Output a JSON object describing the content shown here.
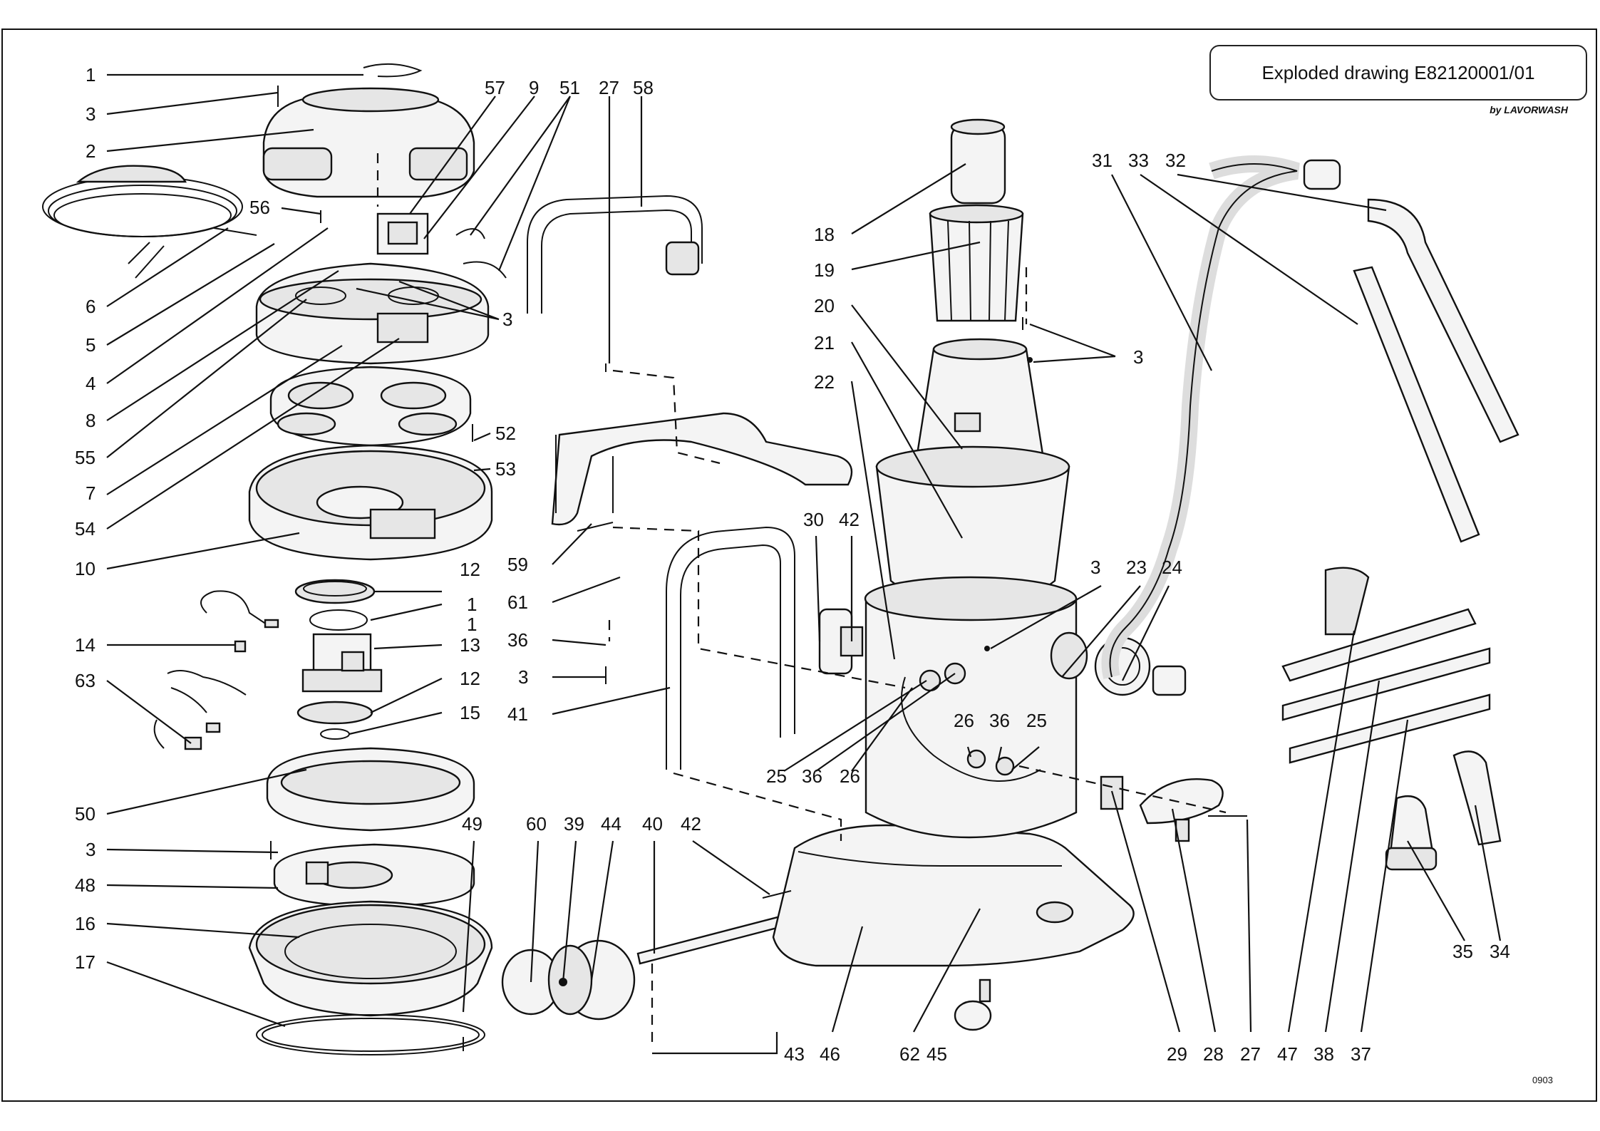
{
  "title": "Exploded drawing E82120001/01",
  "byline": "by LAVORWASH",
  "drawing_code": "0903",
  "callouts": [
    {
      "label": "1"
    },
    {
      "label": "3"
    },
    {
      "label": "2"
    },
    {
      "label": "56"
    },
    {
      "label": "6"
    },
    {
      "label": "5"
    },
    {
      "label": "4"
    },
    {
      "label": "8"
    },
    {
      "label": "55"
    },
    {
      "label": "7"
    },
    {
      "label": "54"
    },
    {
      "label": "10"
    },
    {
      "label": "14"
    },
    {
      "label": "63"
    },
    {
      "label": "50"
    },
    {
      "label": "3"
    },
    {
      "label": "48"
    },
    {
      "label": "16"
    },
    {
      "label": "17"
    },
    {
      "label": "57"
    },
    {
      "label": "9"
    },
    {
      "label": "51"
    },
    {
      "label": "27"
    },
    {
      "label": "58"
    },
    {
      "label": "3"
    },
    {
      "label": "52"
    },
    {
      "label": "53"
    },
    {
      "label": "12"
    },
    {
      "label": "1"
    },
    {
      "label": "1"
    },
    {
      "label": "13"
    },
    {
      "label": "12"
    },
    {
      "label": "15"
    },
    {
      "label": "59"
    },
    {
      "label": "61"
    },
    {
      "label": "36"
    },
    {
      "label": "3"
    },
    {
      "label": "41"
    },
    {
      "label": "30"
    },
    {
      "label": "42"
    },
    {
      "label": "49"
    },
    {
      "label": "60"
    },
    {
      "label": "39"
    },
    {
      "label": "44"
    },
    {
      "label": "40"
    },
    {
      "label": "42"
    },
    {
      "label": "43"
    },
    {
      "label": "46"
    },
    {
      "label": "62"
    },
    {
      "label": "45"
    },
    {
      "label": "18"
    },
    {
      "label": "19"
    },
    {
      "label": "20"
    },
    {
      "label": "21"
    },
    {
      "label": "22"
    },
    {
      "label": "3"
    },
    {
      "label": "3"
    },
    {
      "label": "23"
    },
    {
      "label": "24"
    },
    {
      "label": "25"
    },
    {
      "label": "36"
    },
    {
      "label": "26"
    },
    {
      "label": "26"
    },
    {
      "label": "36"
    },
    {
      "label": "25"
    },
    {
      "label": "31"
    },
    {
      "label": "33"
    },
    {
      "label": "32"
    },
    {
      "label": "29"
    },
    {
      "label": "28"
    },
    {
      "label": "27"
    },
    {
      "label": "47"
    },
    {
      "label": "38"
    },
    {
      "label": "37"
    },
    {
      "label": "35"
    },
    {
      "label": "34"
    }
  ]
}
